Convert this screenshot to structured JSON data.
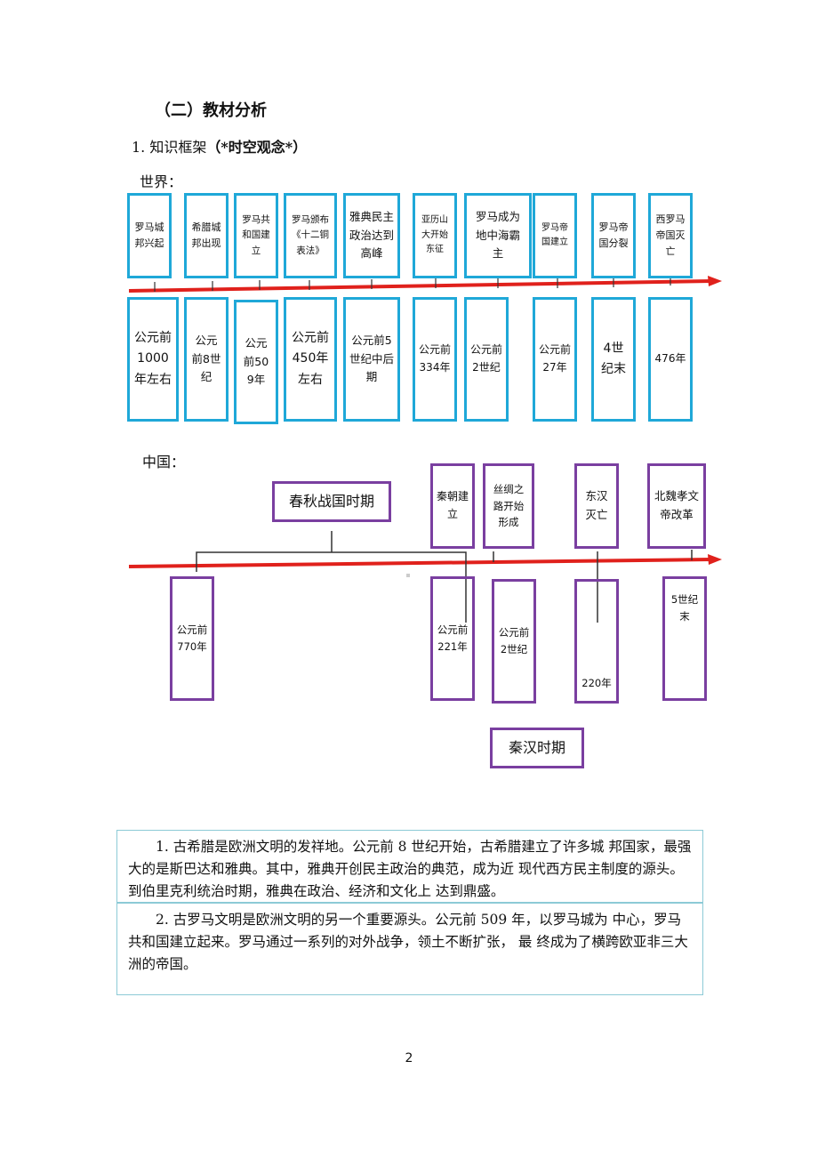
{
  "heading": "（二）教材分析",
  "subheading": {
    "prefix": "1. 知识框架",
    "note": "（*时空观念*）"
  },
  "world": {
    "label": "世界：",
    "events": [
      "罗马城邦兴起",
      "希腊城邦出现",
      "罗马共和国建立",
      "罗马颁布《十二铜表法》",
      "雅典民主政治达到高峰",
      "亚历山大开始东征",
      "罗马成为地中海霸主",
      "罗马帝国建立",
      "罗马帝国分裂",
      "西罗马帝国灭亡"
    ],
    "dates": [
      "公元前1000年左右",
      "公元前8世纪",
      "公元前509年",
      "公元前450年左右",
      "公元前5世纪中后期",
      "公元前334年",
      "公元前2世纪",
      "公元前27年",
      "4世纪末",
      "476年"
    ]
  },
  "china": {
    "label": "中国：",
    "periods": [
      "春秋战国时期",
      "秦汉时期"
    ],
    "events": [
      "秦朝建立",
      "丝绸之路开始形成",
      "东汉灭亡",
      "北魏孝文帝改革"
    ],
    "dates": [
      "公元前770年",
      "公元前221年",
      "公元前2世纪",
      "220年",
      "5世纪末"
    ]
  },
  "paragraphs": [
    "1. 古希腊是欧洲文明的发祥地。公元前 8 世纪开始，古希腊建立了许多城 邦国家，最强大的是斯巴达和雅典。其中，雅典开创民主政治的典范，成为近 现代西方民主制度的源头。到伯里克利统治时期，雅典在政治、经济和文化上 达到鼎盛。",
    "2. 古罗马文明是欧洲文明的另一个重要源头。公元前 509 年，以罗马城为 中心，罗马共和国建立起来。罗马通过一系列的对外战争，领土不断扩张， 最 终成为了横跨欧亚非三大洲的帝国。"
  ],
  "page_number": "2",
  "colors": {
    "world_box": "#1fa8d8",
    "china_box": "#7a3fa0",
    "arrow": "#e0211c"
  }
}
